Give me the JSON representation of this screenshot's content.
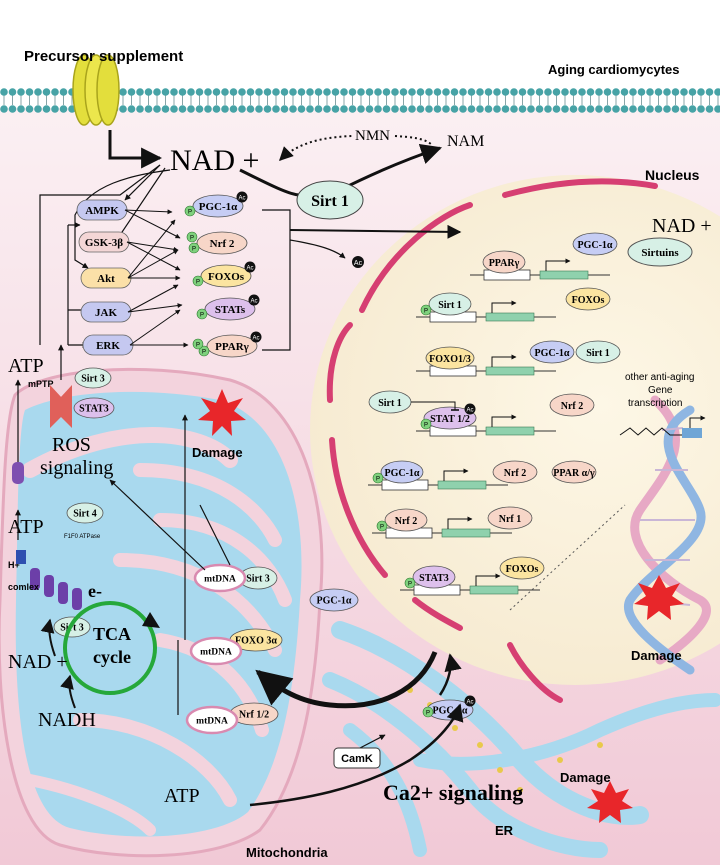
{
  "labels": {
    "precursor": "Precursor supplement",
    "aging": "Aging cardiomycytes",
    "nad_top": "NAD +",
    "nmn": "NMN",
    "nam": "NAM",
    "sirt1_main": "Sirt 1",
    "nucleus": "Nucleus",
    "nad_nucleus": "NAD +",
    "sirtuins": "Sirtuins",
    "atp_left": "ATP",
    "mptp": "mPTP",
    "ros": "ROS",
    "signaling": "signaling",
    "damage_mito": "Damage",
    "atp_mito": "ATP",
    "f1f0": "F1F0 ATPase",
    "h_plus": "H+",
    "e_minus": "e-",
    "comlex": "comlex",
    "tca1": "TCA",
    "tca2": "cycle",
    "nad_mito": "NAD +",
    "nadh": "NADH",
    "atp_bottom": "ATP",
    "camk": "CamK",
    "ca2": "Ca2+ signaling",
    "damage_er": "Damage",
    "er": "ER",
    "mitochondria": "Mitochondria",
    "damage_nucleus": "Damage",
    "anti_aging_1": "other anti-aging",
    "anti_aging_2": "Gene",
    "anti_aging_3": "transcription",
    "ac": "Ac",
    "p": "P"
  },
  "kinases": {
    "ampk": "AMPK",
    "gsk": "GSK-3β",
    "akt": "Akt",
    "jak": "JAK",
    "erk": "ERK"
  },
  "targets": {
    "pgc": "PGC-1α",
    "nrf2": "Nrf 2",
    "foxos": "FOXOs",
    "stats": "STATs",
    "ppar": "PPARγ"
  },
  "mito": {
    "sirt3_top": "Sirt 3",
    "stat3": "STAT3",
    "sirt4": "Sirt 4",
    "sirt3_complex": "Sirt 3",
    "mtdna1": "mtDNA",
    "sirt3_mtdna": "Sirt 3",
    "mtdna2": "mtDNA",
    "foxo3a": "FOXO 3α",
    "mtdna3": "mtDNA",
    "nrf12": "Nrf 1/2",
    "pgc_cyto": "PGC-1α",
    "pgc_er": "PGC-1α"
  },
  "nucleus_rows": {
    "r1_factor": "PPARγ",
    "r1_target": "PGC-1α",
    "r2_factor": "Sirt 1",
    "r2_target": "FOXOs",
    "r3_factor": "FOXO1/3",
    "r3_target_a": "PGC-1α",
    "r3_target_b": "Sirt 1",
    "r4_inhib": "Sirt 1",
    "r4_factor": "STAT 1/2",
    "r4_target": "Nrf 2",
    "r5_factor": "PGC-1α",
    "r5_target_a": "Nrf 2",
    "r5_target_b": "PPAR α/γ",
    "r6_factor": "Nrf 2",
    "r6_target": "Nrf 1",
    "r7_factor": "STAT3",
    "r7_target": "FOXOs"
  },
  "colors": {
    "cytoplasm": "#f7e3ea",
    "nucleus": "#fbf3df",
    "nucleus_border": "#d63f72",
    "mito_membrane": "#f3d3dd",
    "mito_fill": "#a9d9ee",
    "membrane_head": "#47a3a6",
    "channel": "#e6e044",
    "kinase": "#c5c8f0",
    "pgc": "#c6cdf4",
    "nrf": "#f7d6c8",
    "foxo": "#fbe4a0",
    "stat": "#ddc0ec",
    "sirt": "#d7f0e6",
    "phospho": "#7fd17d",
    "gene": "#8fd1ad",
    "tca_ring": "#26a83a",
    "damage": "#e8262a"
  }
}
